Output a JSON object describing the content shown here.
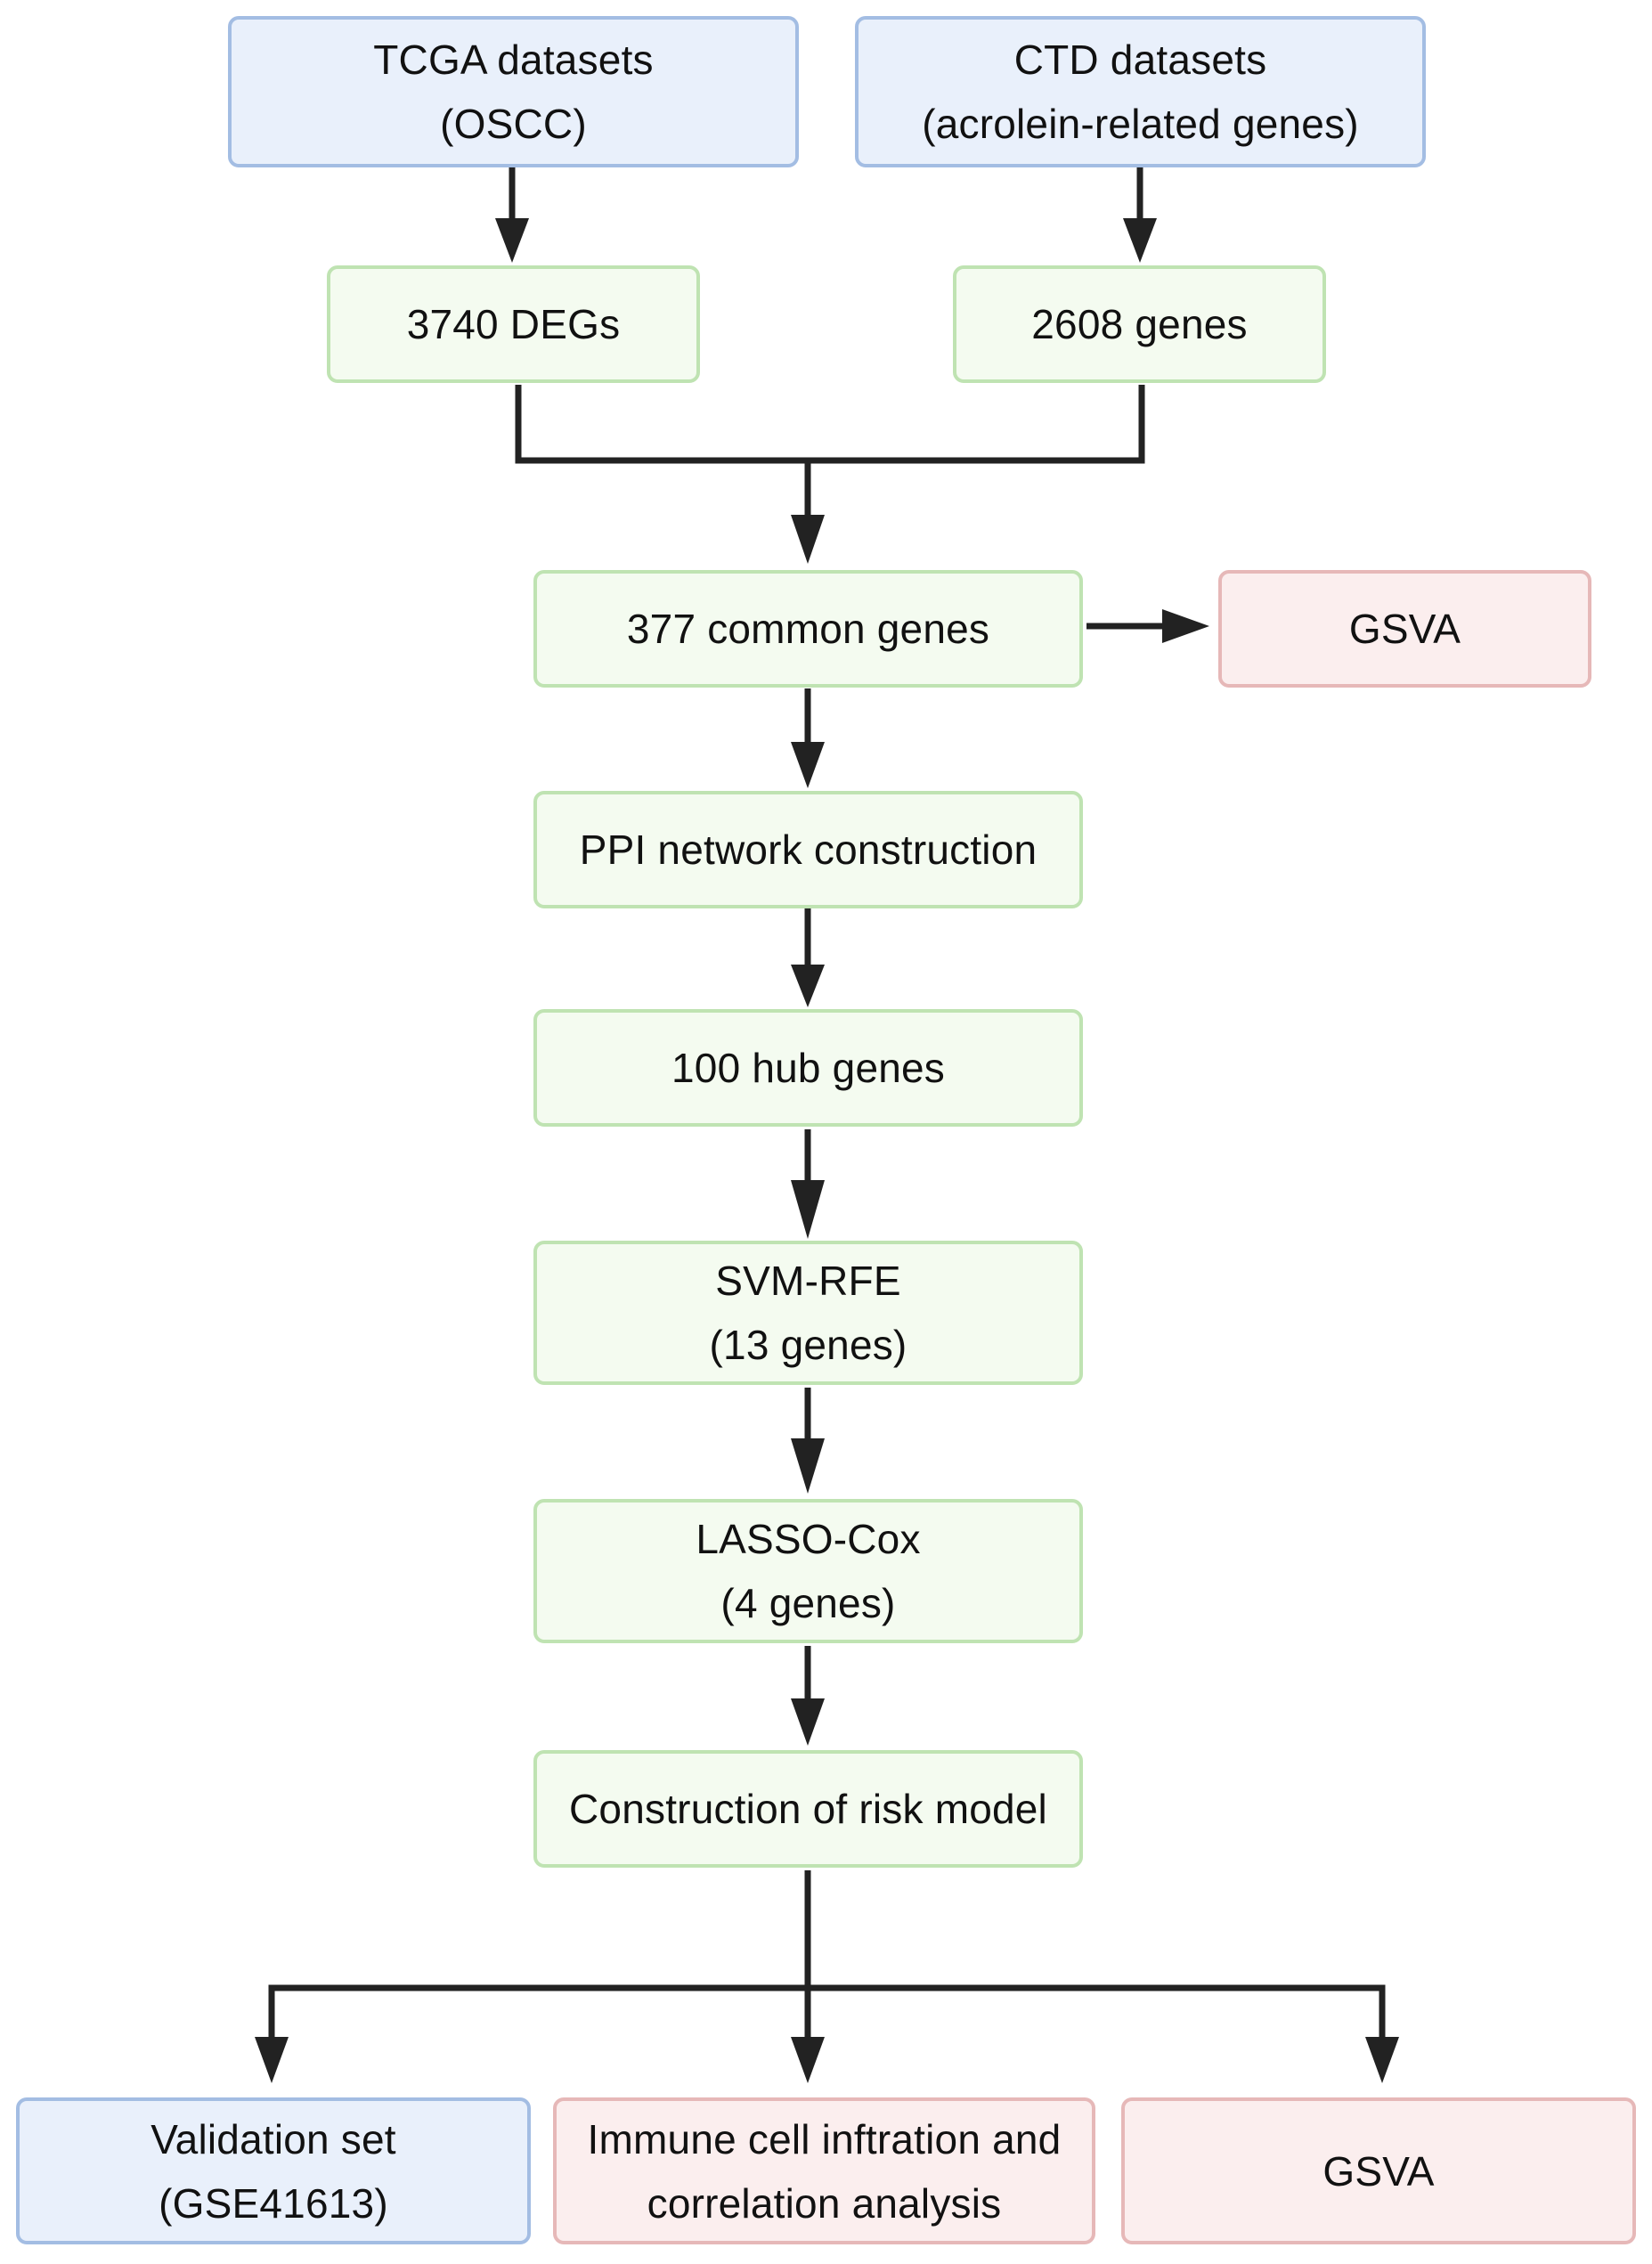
{
  "colors": {
    "blue_fill": "#e9f0fb",
    "blue_border": "#a3bde3",
    "green_fill": "#f4fbf0",
    "green_border": "#bfe3b2",
    "pink_fill": "#fbeeee",
    "pink_border": "#e6b8b8",
    "arrow": "#222222"
  },
  "nodes": {
    "tcga": {
      "line1": "TCGA datasets",
      "line2": "(OSCC)"
    },
    "ctd": {
      "line1": "CTD datasets",
      "line2": "(acrolein-related genes)"
    },
    "degs": {
      "line1": "3740 DEGs"
    },
    "ctd_genes": {
      "line1": "2608 genes"
    },
    "common": {
      "line1": "377 common genes"
    },
    "gsva_top": {
      "line1": "GSVA"
    },
    "ppi": {
      "line1": "PPI network construction"
    },
    "hub": {
      "line1": "100 hub genes"
    },
    "svm": {
      "line1": "SVM-RFE",
      "line2": "(13 genes)"
    },
    "lasso": {
      "line1": "LASSO-Cox",
      "line2": "(4 genes)"
    },
    "risk": {
      "line1": "Construction of risk model"
    },
    "validation": {
      "line1": "Validation set",
      "line2": "(GSE41613)"
    },
    "immune": {
      "line1": "Immune cell inftration and",
      "line2": "correlation analysis"
    },
    "gsva_bottom": {
      "line1": "GSVA"
    }
  }
}
